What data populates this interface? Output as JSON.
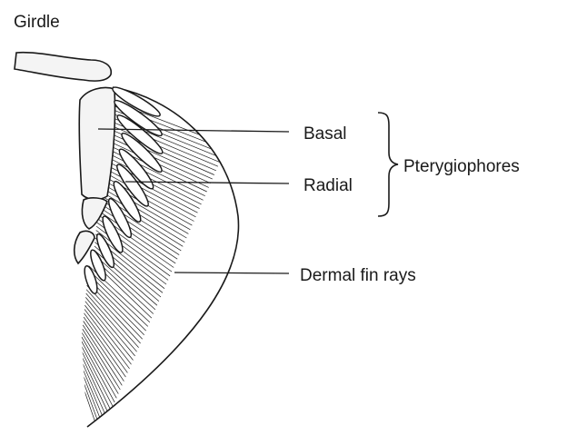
{
  "labels": {
    "girdle": "Girdle",
    "basal": "Basal",
    "radial": "Radial",
    "pterygiophores": "Pterygiophores",
    "dermal_fin_rays": "Dermal fin rays"
  },
  "colors": {
    "ink": "#1a1a1a",
    "background": "#ffffff",
    "bone_fill": "#f4f4f4"
  }
}
